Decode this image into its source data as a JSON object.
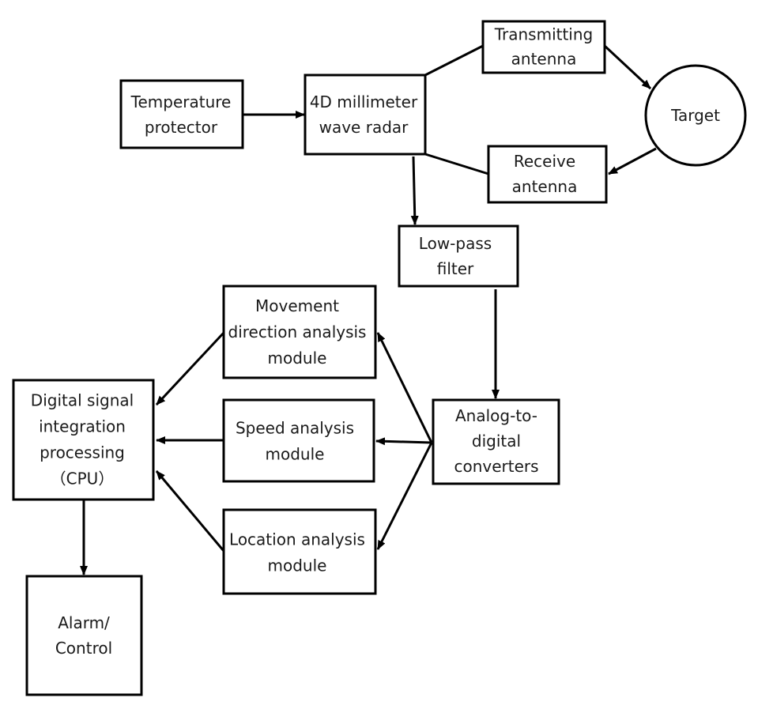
{
  "nodes": {
    "temperature_protector": {
      "lines": [
        "Temperature",
        "protector"
      ]
    },
    "radar": {
      "lines": [
        "4D millimeter",
        "wave radar"
      ]
    },
    "transmitting_antenna": {
      "lines": [
        "Transmitting",
        "antenna"
      ]
    },
    "receive_antenna": {
      "lines": [
        "Receive",
        "antenna"
      ]
    },
    "target": {
      "lines": [
        "Target"
      ]
    },
    "low_pass_filter": {
      "lines": [
        "Low-pass",
        "filter"
      ]
    },
    "adc": {
      "lines": [
        "Analog-to-",
        "digital",
        "converters"
      ]
    },
    "movement_module": {
      "lines": [
        "Movement",
        "direction analysis",
        "module"
      ]
    },
    "speed_module": {
      "lines": [
        "Speed analysis",
        "module"
      ]
    },
    "location_module": {
      "lines": [
        "Location analysis",
        "module"
      ]
    },
    "dsp": {
      "lines": [
        "Digital signal",
        "integration",
        "processing",
        "（CPU）"
      ]
    },
    "alarm": {
      "lines": [
        "Alarm/",
        "Control"
      ]
    }
  },
  "colors": {
    "stroke": "#000000",
    "text": "#1a1a1a",
    "background": "#ffffff"
  }
}
